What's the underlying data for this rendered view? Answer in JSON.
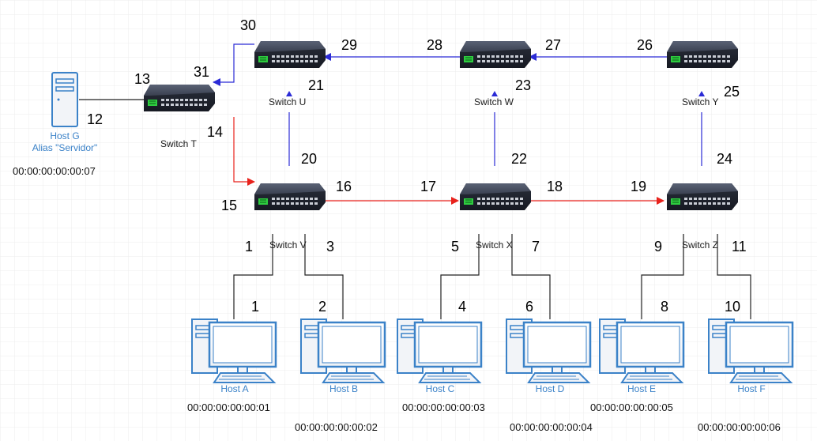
{
  "switches": {
    "T": {
      "label": "Switch T"
    },
    "U": {
      "label": "Switch U"
    },
    "W": {
      "label": "Switch W"
    },
    "Y": {
      "label": "Switch Y"
    },
    "V": {
      "label": "Switch V"
    },
    "X": {
      "label": "Switch X"
    },
    "Z": {
      "label": "Switch Z"
    }
  },
  "hosts": {
    "A": {
      "label": "Host A",
      "mac": "00:00:00:00:00:01"
    },
    "B": {
      "label": "Host B",
      "mac": "00:00:00:00:00:02"
    },
    "C": {
      "label": "Host C",
      "mac": "00:00:00:00:00:03"
    },
    "D": {
      "label": "Host D",
      "mac": "00:00:00:00:00:04"
    },
    "E": {
      "label": "Host E",
      "mac": "00:00:00:00:00:05"
    },
    "F": {
      "label": "Host F",
      "mac": "00:00:00:00:00:06"
    },
    "G": {
      "label": "Host G",
      "alias": "Alias \"Servidor\"",
      "mac": "00:00:00:00:00:07"
    }
  },
  "ports": {
    "p1": "1",
    "p2": "2",
    "p3": "3",
    "p4": "4",
    "p5": "5",
    "p6": "6",
    "p7": "7",
    "p8": "8",
    "p9": "9",
    "p10": "10",
    "p11": "11",
    "p12": "12",
    "p13": "13",
    "p14": "14",
    "p15": "15",
    "p16": "16",
    "p17": "17",
    "p18": "18",
    "p19": "19",
    "p20": "20",
    "p21": "21",
    "p22": "22",
    "p23": "23",
    "p24": "24",
    "p25": "25",
    "p26": "26",
    "p27": "27",
    "p28": "28",
    "p29": "29",
    "p30": "30",
    "p31": "31",
    "p1b": "1"
  },
  "colors": {
    "red_path": "#e8221c",
    "blue_path": "#2b2bd6",
    "host_blue": "#3b82c8",
    "host_fill": "#f2f4f8",
    "switch_body": "#2e3442"
  }
}
